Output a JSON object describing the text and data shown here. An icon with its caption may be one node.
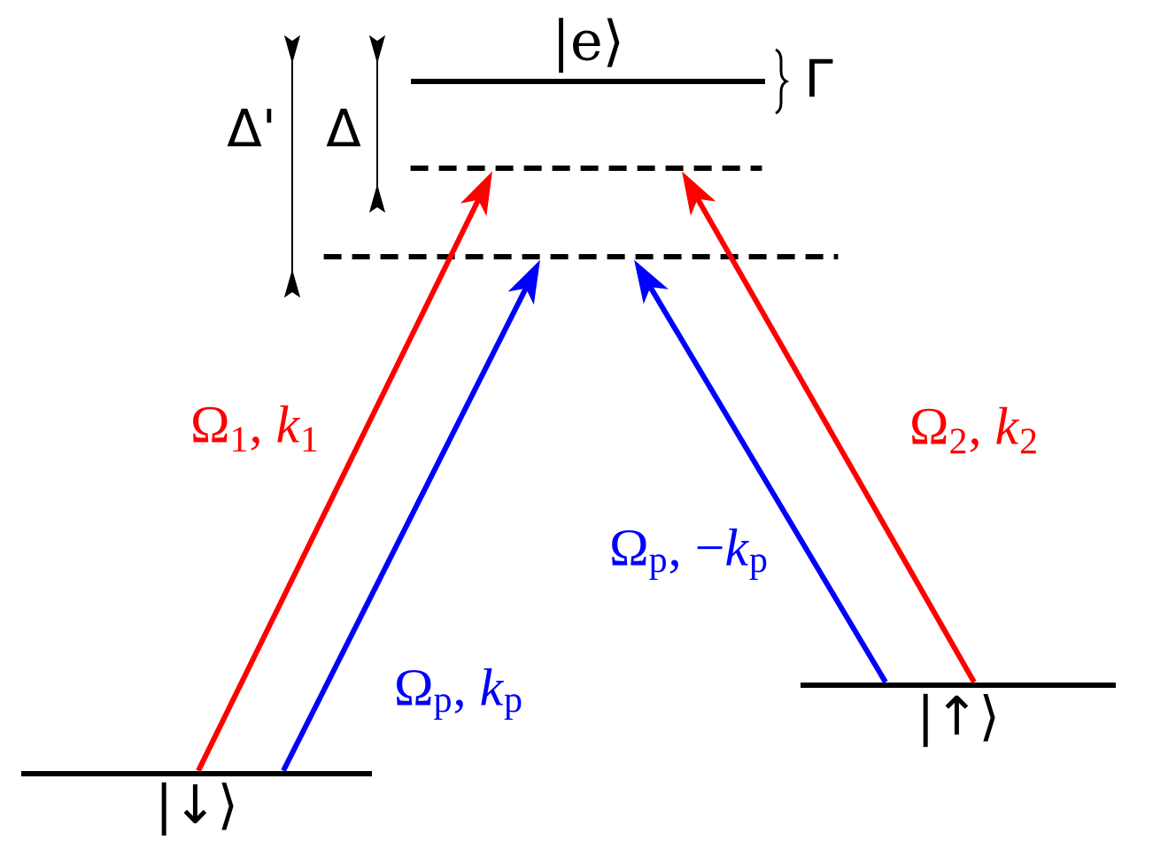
{
  "diagram": {
    "nodes": [
      {
        "text": [
          "|e⟩"
        ],
        "beside": [
          "Γ"
        ]
      },
      {
        "text": [],
        "shape": "line"
      },
      {
        "text": [],
        "shape": "line"
      },
      {
        "text": [
          "|↓⟩"
        ]
      },
      {
        "text": [
          "|↑⟩"
        ]
      }
    ],
    "edges": [
      {
        "from": 3,
        "to": 1,
        "arrow": "to",
        "label": "Ω$_{1}$, *k*$_{1}$",
        "color": "#ff0000"
      },
      {
        "from": 3,
        "to": 2,
        "arrow": "to",
        "label": "Ω$_{p}$, *k*$_{p}$",
        "color": "#0000ff"
      },
      {
        "from": 4,
        "to": 2,
        "arrow": "to",
        "label": "Ω$_{p}$, −*k*$_{p}$",
        "color": "#0000ff"
      },
      {
        "from": 4,
        "to": 1,
        "arrow": "to",
        "label": "Ω$_{2}$, *k*$_{2}$",
        "color": "#ff0000"
      }
    ],
    "labels": [
      "Δ'",
      "Δ"
    ]
  }
}
